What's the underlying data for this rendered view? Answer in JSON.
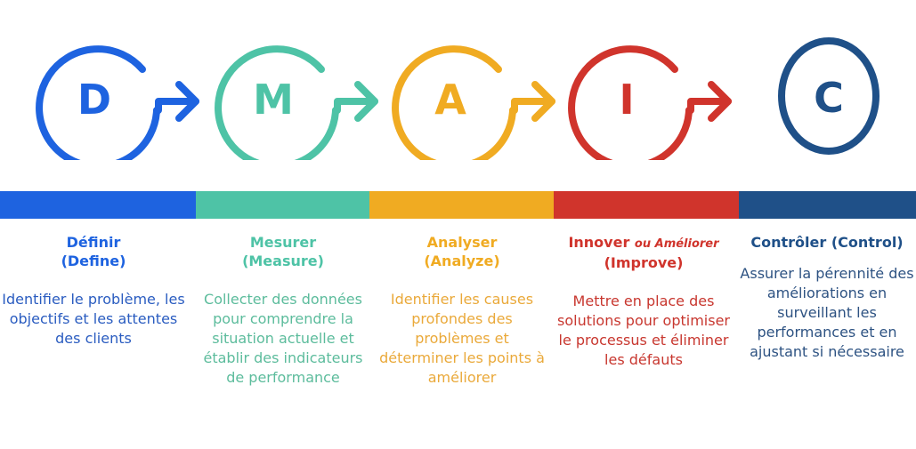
{
  "colors": {
    "define": "#1e63e0",
    "measure": "#4ec3a6",
    "analyze": "#f0ab22",
    "improve": "#d0342c",
    "control": "#1f5088"
  },
  "steps": [
    {
      "letter": "D",
      "title_line1": "Définir",
      "title_line2": "(Define)",
      "description": "Identifier le problème, les objectifs et les attentes des clients"
    },
    {
      "letter": "M",
      "title_line1": "Mesurer",
      "title_line2": "(Measure)",
      "description": "Collecter des données pour comprendre la situation actuelle et établir des indicateurs de performance"
    },
    {
      "letter": "A",
      "title_line1": "Analyser",
      "title_line2": "(Analyze)",
      "description": "Identifier les causes profondes des problèmes et déterminer les points à améliorer"
    },
    {
      "letter": "I",
      "title_line1": "Innover",
      "title_alt": "ou Améliorer",
      "title_line2": "(Improve)",
      "description": "Mettre en place des solutions pour optimiser le processus et éliminer les défauts"
    },
    {
      "letter": "C",
      "title_line1": "Contrôler (Control)",
      "title_line2": "",
      "description": "Assurer la pérennité des améliorations en surveillant les performances et en ajustant si nécessaire"
    }
  ]
}
